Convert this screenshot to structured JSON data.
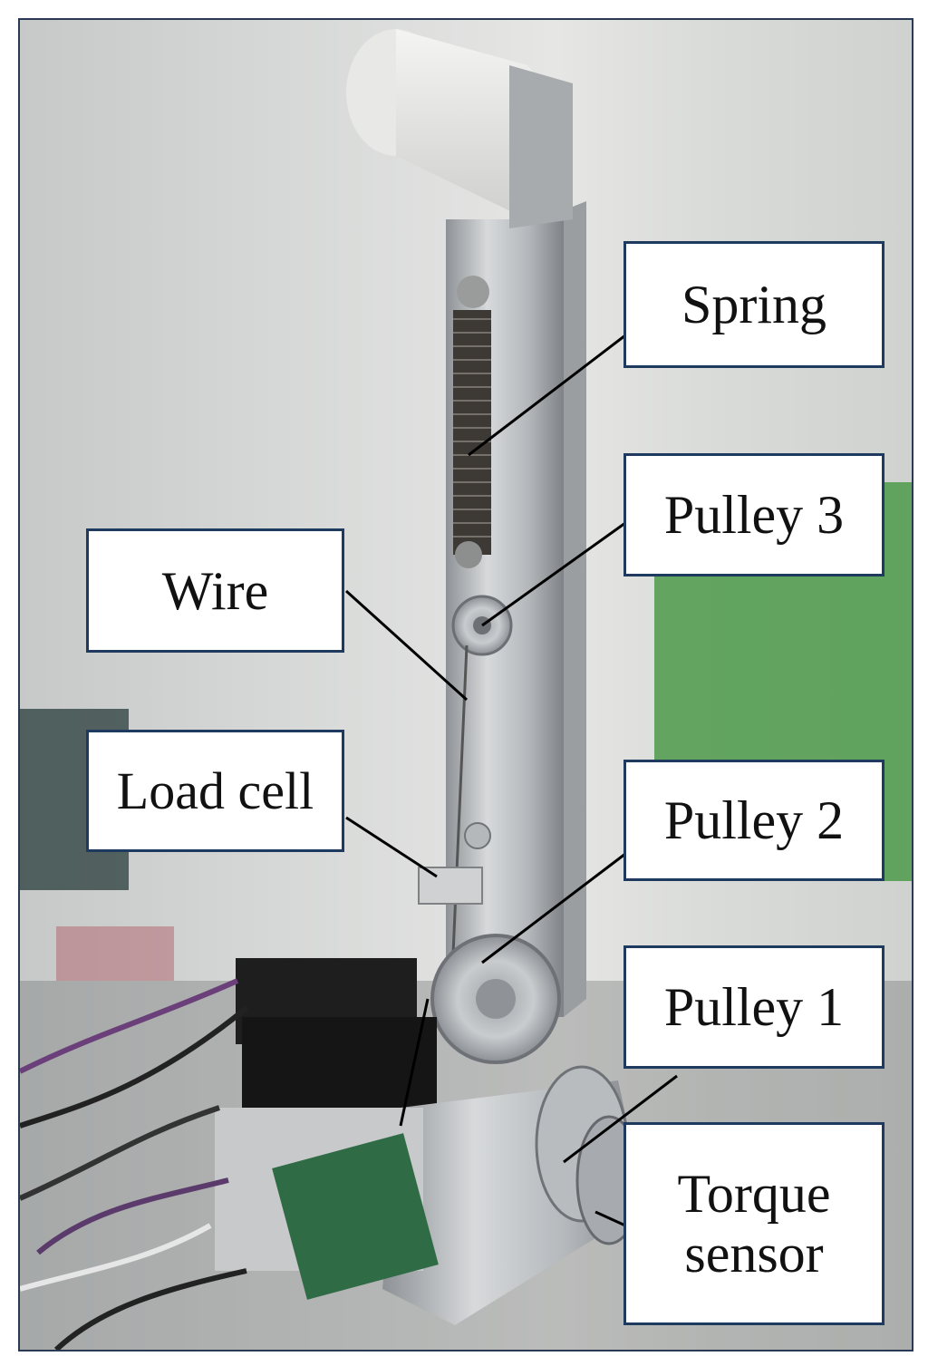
{
  "labels": {
    "spring": "Spring",
    "pulley3": "Pulley 3",
    "wire": "Wire",
    "load_cell": "Load cell",
    "pulley2": "Pulley 2",
    "pulley1": "Pulley 1",
    "torque_line1": "Torque",
    "torque_line2": "sensor"
  },
  "colors": {
    "box_border": "#1f3a5f",
    "leader_line": "#000000"
  }
}
